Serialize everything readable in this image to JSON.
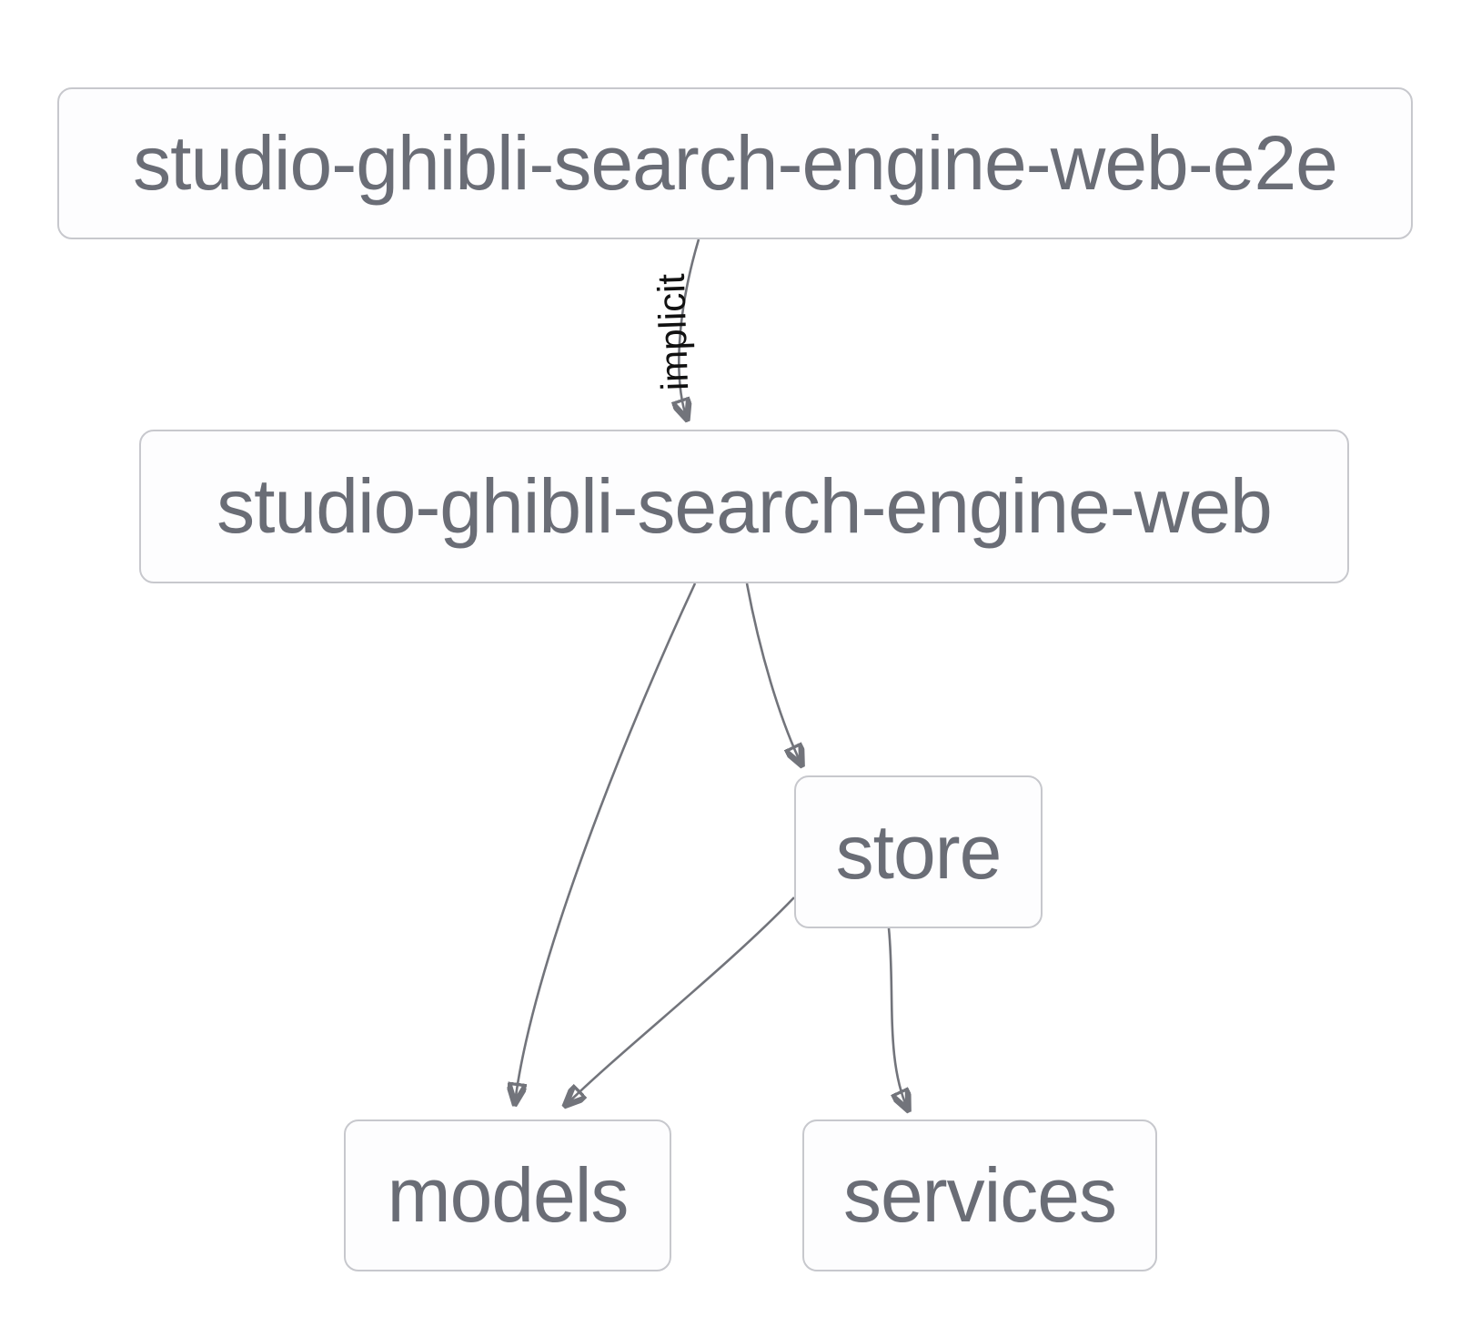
{
  "graph": {
    "type": "project-dependency-graph",
    "nodes": [
      {
        "id": "studio-ghibli-search-engine-web-e2e",
        "label": "studio-ghibli-search-engine-web-e2e"
      },
      {
        "id": "studio-ghibli-search-engine-web",
        "label": "studio-ghibli-search-engine-web"
      },
      {
        "id": "store",
        "label": "store"
      },
      {
        "id": "models",
        "label": "models"
      },
      {
        "id": "services",
        "label": "services"
      }
    ],
    "edges": [
      {
        "from": "studio-ghibli-search-engine-web-e2e",
        "to": "studio-ghibli-search-engine-web",
        "label": "implicit"
      },
      {
        "from": "studio-ghibli-search-engine-web",
        "to": "models",
        "label": ""
      },
      {
        "from": "studio-ghibli-search-engine-web",
        "to": "store",
        "label": ""
      },
      {
        "from": "store",
        "to": "models",
        "label": ""
      },
      {
        "from": "store",
        "to": "services",
        "label": ""
      }
    ]
  },
  "colors": {
    "background": "#ffffff",
    "node_fill": "#fdfdfe",
    "node_border": "#c7c8cd",
    "node_text": "#6a6d76",
    "edge": "#72747b",
    "edge_label_text": "#111111"
  }
}
